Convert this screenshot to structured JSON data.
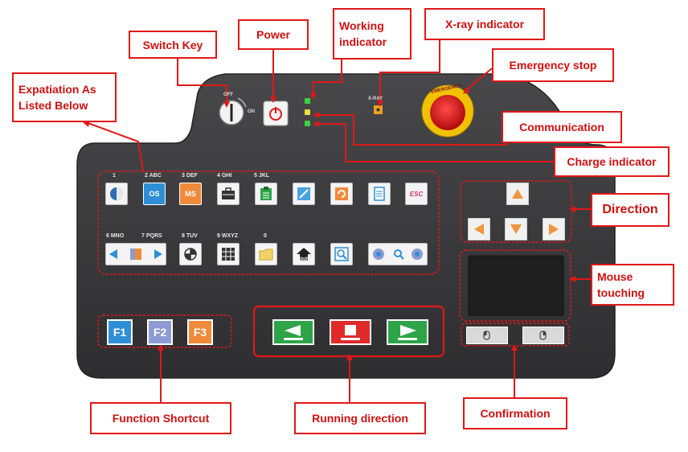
{
  "callouts": {
    "switch_key": "Switch Key",
    "power": "Power",
    "working_indicator": "Working indicator",
    "xray_indicator": "X-ray indicator",
    "emergency_stop": "Emergency stop",
    "expatiation": "Expatiation As Listed Below",
    "communication": "Communication",
    "charge_indicator": "Charge indicator",
    "direction": "Direction",
    "mouse_touching": "Mouse touching",
    "function_shortcut": "Function Shortcut",
    "running_direction": "Running direction",
    "confirmation": "Confirmation"
  },
  "switch": {
    "off": "OFF",
    "on": "ON"
  },
  "xray_label": "X-RAY",
  "emergency_ring_text": "EMERGENCY",
  "keypad": {
    "row1_labels": [
      "1",
      "2 ABC",
      "3 DEF",
      "4 GHI",
      "5 JKL"
    ],
    "row2_labels": [
      "6 MNO",
      "7 PQRS",
      "8 TUV",
      "9 WXYZ",
      "0"
    ],
    "key_os": "OS",
    "key_ms": "MS",
    "key_esc": "ESC",
    "key_shift": "Shift"
  },
  "function_keys": [
    "F1",
    "F2",
    "F3"
  ],
  "colors": {
    "callout_red": "#e01818",
    "console_body": "#3a3a3c",
    "f1": "#2f8fd6",
    "f2": "#8e9bd3",
    "f3": "#ef8a3a",
    "run_green": "#2ea449",
    "run_red": "#e02a2a",
    "direction_orange": "#f0953c",
    "led_green": "#3ed13e",
    "led_yellow": "#e8e23a",
    "emergency_red": "#e01b1b",
    "emergency_yellow": "#f2c200"
  }
}
